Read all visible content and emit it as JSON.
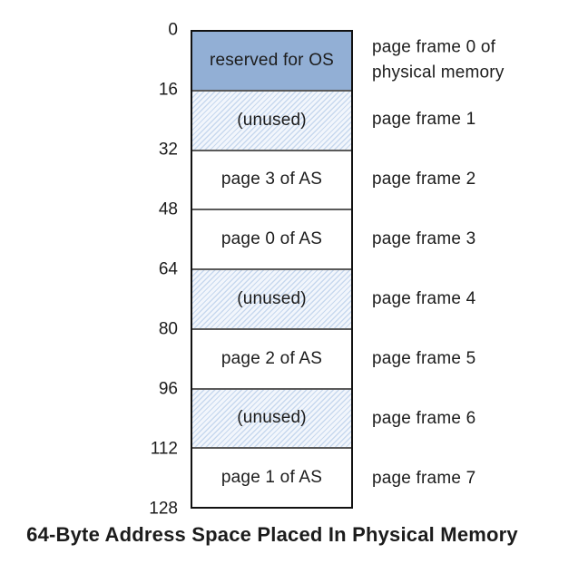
{
  "figure": {
    "caption": "64-Byte Address Space Placed In Physical Memory",
    "addresses": [
      "0",
      "16",
      "32",
      "48",
      "64",
      "80",
      "96",
      "112",
      "128"
    ],
    "sections": [
      {
        "content": "reserved for OS",
        "fill": "solid-blue",
        "frame_label_line1": "page frame 0 of",
        "frame_label_line2": "physical memory"
      },
      {
        "content": "(unused)",
        "fill": "hatched",
        "frame_label_line1": "page frame 1"
      },
      {
        "content": "page 3 of AS",
        "fill": "white",
        "frame_label_line1": "page frame 2"
      },
      {
        "content": "page 0 of AS",
        "fill": "white",
        "frame_label_line1": "page frame 3"
      },
      {
        "content": "(unused)",
        "fill": "hatched",
        "frame_label_line1": "page frame 4"
      },
      {
        "content": "page 2 of AS",
        "fill": "white",
        "frame_label_line1": "page frame 5"
      },
      {
        "content": "(unused)",
        "fill": "hatched",
        "frame_label_line1": "page frame 6"
      },
      {
        "content": "page 1 of AS",
        "fill": "white",
        "frame_label_line1": "page frame 7"
      }
    ],
    "colors": {
      "os_fill": "#92AFD5",
      "hatch_stripe": "#C7D8EE",
      "hatch_background": "#F2F6FC",
      "outer_border": "#111111",
      "divider": "#5A5A5A",
      "text": "#1C1C1C"
    }
  }
}
